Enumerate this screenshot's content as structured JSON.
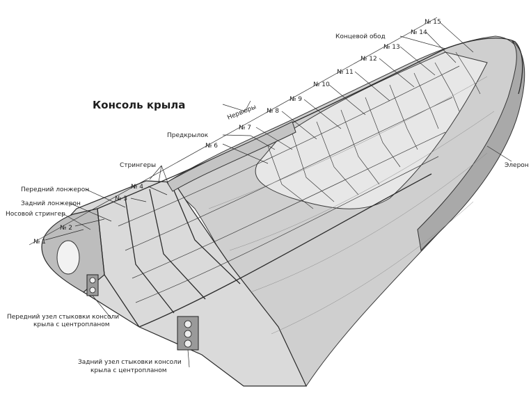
{
  "title": "Консоль крыла",
  "labels": {
    "nervyury": "Нервюры",
    "stringery": "Стрингеры",
    "predkrylok": "Предкрылок",
    "koncevoy_obod": "Концевой обод",
    "eleron": "Элерон",
    "peredniy_lonzheron": "Передний лонжерон",
    "zadniy_lonzheron": "Задний лонжерон",
    "nosovoy_stringer": "Носовой стрингер",
    "peredniy_uzel_1": "Передний узел стыковки консоли",
    "peredniy_uzel_2": "крыла с центропланом",
    "zadniy_uzel_1": "Задний узел стыковки консоли",
    "zadniy_uzel_2": "крыла с центропланом"
  },
  "ribs": [
    "№ 1",
    "№ 2",
    "№ 3",
    "№ 4",
    "№ 6",
    "№ 7",
    "№ 8",
    "№ 9",
    "№ 10",
    "№ 11",
    "№ 12",
    "№ 13",
    "№ 14",
    "№ 15"
  ]
}
